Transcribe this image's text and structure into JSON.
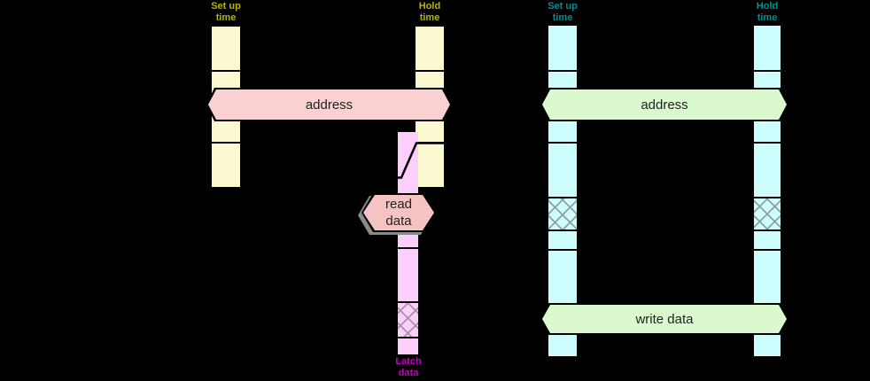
{
  "diagram": {
    "title_semantics": "memory read and write cycle timing diagram",
    "read_cycle": {
      "setup_time_label": "Set up\ntime",
      "hold_time_label": "Hold\ntime",
      "address_label": "address",
      "read_data_label": "read\ndata",
      "latch_data_label": "Latch\ndata",
      "colors": {
        "highlight_bar": "#FBF9CF",
        "address_bus_valid": "#FAD0D0",
        "read_data_valid": "#F6C3C3",
        "latch_strobe_bar": "#FCCEFC",
        "time_label_text": "#B5B500",
        "latch_label_text": "#BE00BE"
      }
    },
    "write_cycle": {
      "setup_time_label": "Set up\ntime",
      "hold_time_label": "Hold\ntime",
      "address_label": "address",
      "write_data_label": "write data",
      "colors": {
        "highlight_bar": "#CEFDFD",
        "bus_valid": "#DBF9CE",
        "time_label_text": "#008F8F"
      }
    },
    "background_color": "#000000",
    "signal_line_color": "#000000",
    "hatch_line_color": "#999999"
  }
}
